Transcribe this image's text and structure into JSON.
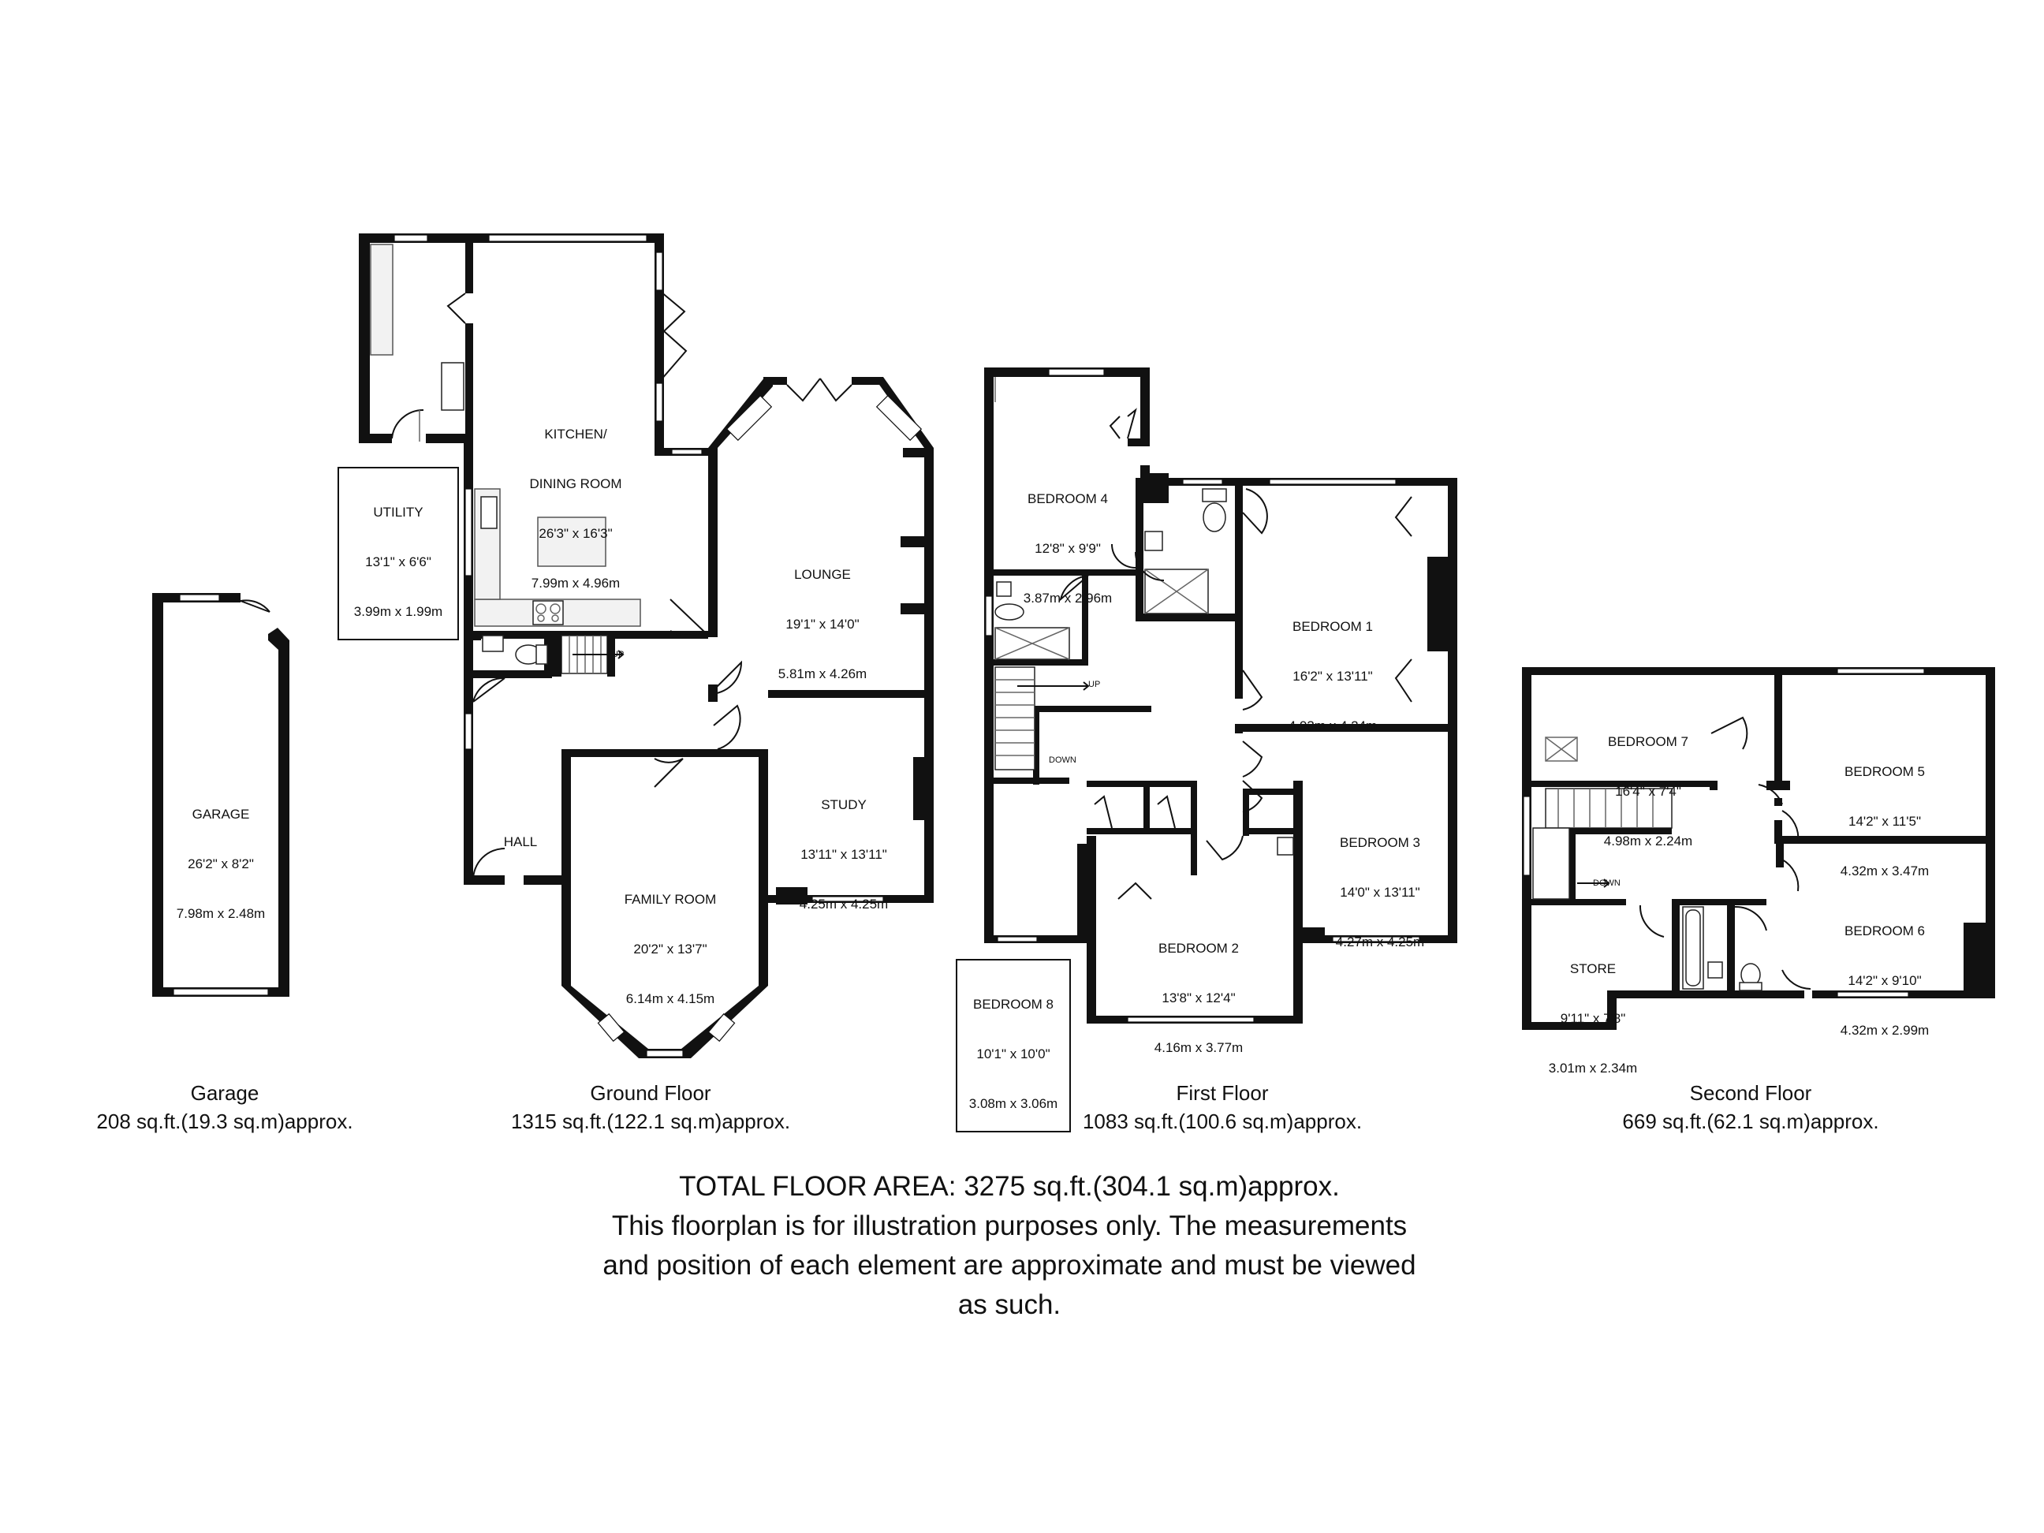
{
  "rooms": {
    "garage": {
      "name": "GARAGE",
      "imperial": "26'2\" x 8'2\"",
      "metric": "7.98m x 2.48m"
    },
    "utility": {
      "name": "UTILITY",
      "imperial": "13'1\" x 6'6\"",
      "metric": "3.99m x 1.99m"
    },
    "kitchen": {
      "name1": "KITCHEN/",
      "name2": "DINING ROOM",
      "imperial": "26'3\" x 16'3\"",
      "metric": "7.99m x 4.96m"
    },
    "lounge": {
      "name": "LOUNGE",
      "imperial": "19'1\" x 14'0\"",
      "metric": "5.81m x 4.26m"
    },
    "hall": {
      "name": "HALL"
    },
    "study": {
      "name": "STUDY",
      "imperial": "13'11\" x 13'11\"",
      "metric": "4.25m x 4.25m"
    },
    "family": {
      "name": "FAMILY ROOM",
      "imperial": "20'2\" x 13'7\"",
      "metric": "6.14m x 4.15m"
    },
    "bedroom4": {
      "name": "BEDROOM 4",
      "imperial": "12'8\" x 9'9\"",
      "metric": "3.87m x 2.96m"
    },
    "bedroom1": {
      "name": "BEDROOM 1",
      "imperial": "16'2\" x 13'11\"",
      "metric": "4.93m x 4.24m"
    },
    "bedroom3": {
      "name": "BEDROOM 3",
      "imperial": "14'0\" x 13'11\"",
      "metric": "4.27m x 4.25m"
    },
    "bedroom2": {
      "name": "BEDROOM 2",
      "imperial": "13'8\" x 12'4\"",
      "metric": "4.16m x 3.77m"
    },
    "bedroom8": {
      "name": "BEDROOM 8",
      "imperial": "10'1\" x 10'0\"",
      "metric": "3.08m x 3.06m"
    },
    "bedroom7": {
      "name": "BEDROOM 7",
      "imperial": "16'4\" x 7'4\"",
      "metric": "4.98m x 2.24m"
    },
    "bedroom5": {
      "name": "BEDROOM 5",
      "imperial": "14'2\" x 11'5\"",
      "metric": "4.32m x 3.47m"
    },
    "bedroom6": {
      "name": "BEDROOM 6",
      "imperial": "14'2\" x 9'10\"",
      "metric": "4.32m x 2.99m"
    },
    "store": {
      "name": "STORE",
      "imperial": "9'11\" x 7'8\"",
      "metric": "3.01m x 2.34m"
    }
  },
  "stair_labels": {
    "up_ground": "UP",
    "up_first": "UP",
    "down_first": "DOWN",
    "down_second": "DOWN"
  },
  "captions": {
    "garage": {
      "title": "Garage",
      "area": "208 sq.ft.(19.3 sq.m)approx."
    },
    "ground": {
      "title": "Ground Floor",
      "area": "1315 sq.ft.(122.1 sq.m)approx."
    },
    "first": {
      "title": "First Floor",
      "area": "1083 sq.ft.(100.6 sq.m)approx."
    },
    "second": {
      "title": "Second Floor",
      "area": "669 sq.ft.(62.1 sq.m)approx."
    }
  },
  "footer": {
    "line1": "TOTAL FLOOR AREA: 3275 sq.ft.(304.1 sq.m)approx.",
    "line2": "This floorplan is for illustration purposes only. The measurements",
    "line3": "and position of each element are approximate and must be viewed",
    "line4": "as such."
  }
}
